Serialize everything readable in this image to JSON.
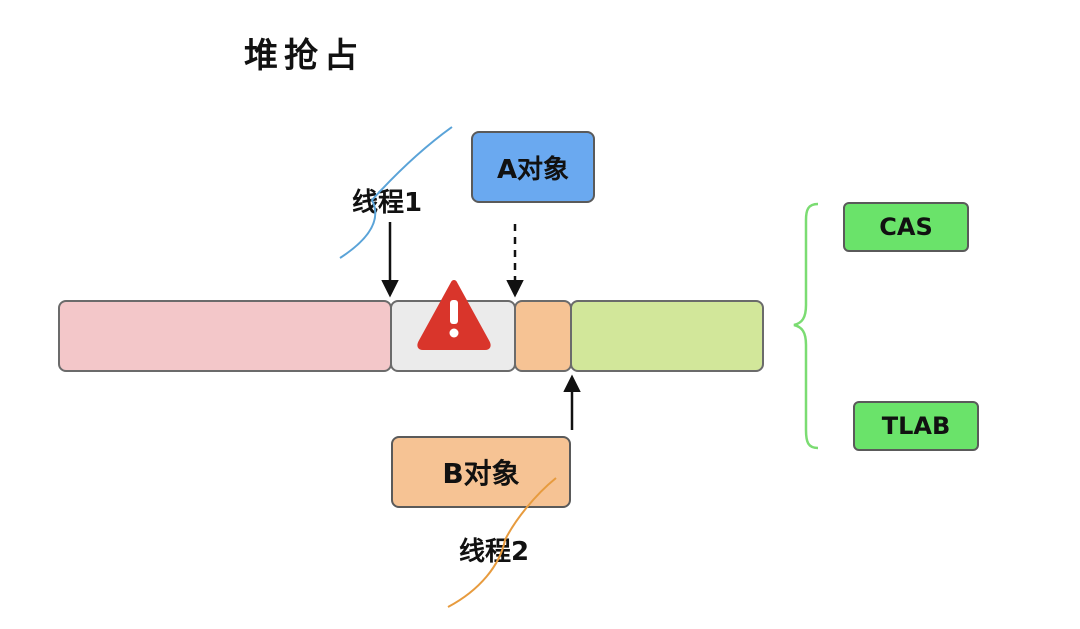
{
  "title": "堆抢占",
  "object_a": {
    "label": "A对象",
    "color": "#6aa9f0"
  },
  "object_b": {
    "label": "B对象",
    "color": "#f6c394"
  },
  "thread_1": {
    "label": "线程1"
  },
  "thread_2": {
    "label": "线程2"
  },
  "memory_bar": {
    "segments": [
      {
        "name": "used",
        "color": "#f3c7c9"
      },
      {
        "name": "contested",
        "color": "#ebebeb"
      },
      {
        "name": "allocated",
        "color": "#f6c394"
      },
      {
        "name": "free",
        "color": "#d2e79a"
      }
    ]
  },
  "warning": {
    "icon": "warning-icon",
    "color": "#d9352b"
  },
  "methods": [
    {
      "label": "CAS",
      "color": "#6ae36a"
    },
    {
      "label": "TLAB",
      "color": "#6ae36a"
    }
  ]
}
